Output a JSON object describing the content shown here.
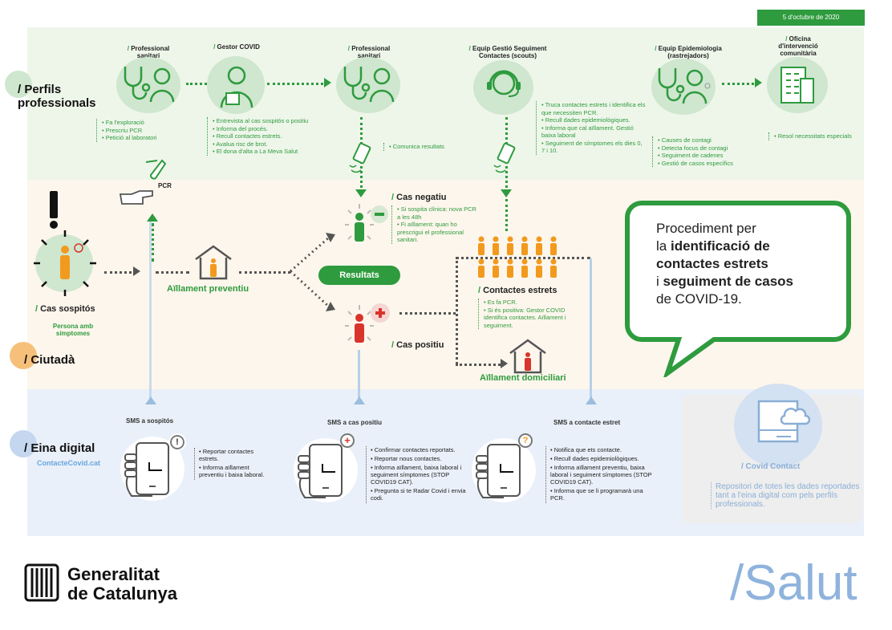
{
  "date": "5 d'octubre de 2020",
  "sections": {
    "perfils": "/ Perfils professionals",
    "ciutada": "/ Ciutadà",
    "eina": "/ Eina digital",
    "eina_sub": "ContacteCovid.cat"
  },
  "roles": [
    {
      "title": "Professional sanitari",
      "items": [
        "Fa l'exploració",
        "Prescriu PCR",
        "Petició al laboratori"
      ]
    },
    {
      "title": "Gestor COVID",
      "items": [
        "Entrevista al cas sospitós o positiu",
        "Informa del procés.",
        "Recull contactes estrets.",
        "Avalua risc de brot.",
        "El dona d'alta a La Meva Salut"
      ]
    },
    {
      "title": "Professional sanitari",
      "items": [
        "Comunica resultats"
      ]
    },
    {
      "title": "Equip Gestió Seguiment Contactes (scouts)",
      "items": [
        "Truca contactes estrets i identifica els que necessiten PCR.",
        "Recull dades epidemiològiques.",
        "Informa que cal aïllament. Gestió baixa laboral",
        "Seguiment de símptomes els dies 0, 7 i 10."
      ]
    },
    {
      "title": "Equip Epidemiologia (rastrejadors)",
      "items": [
        "Causes de contagi",
        "Detecta focus de contagi",
        "Seguiment de cadenes",
        "Gestió de casos específics"
      ]
    },
    {
      "title": "Oficina d'intervenció comunitària",
      "items": [
        "Resol necessitats especials"
      ]
    }
  ],
  "citizen": {
    "pcr": "PCR",
    "cas_sospitos": "Cas sospitós",
    "cas_sospitos_sub": "Persona amb símptomes",
    "aillament_preventiu": "Aïllament preventiu",
    "resultats": "Resultats",
    "cas_negatiu": "Cas negatiu",
    "cas_negatiu_items": [
      "Si sospita clínica: nova PCR a les 48h",
      "Fi aïllament: quan ho prescrigui el professional sanitari."
    ],
    "cas_positiu": "Cas positiu",
    "contactes_estrets": "Contactes estrets",
    "contactes_items": [
      "Es fa PCR.",
      "Si és positiva: Gestor COVID identifica contactes. Aïllament i seguiment."
    ],
    "aillament_domiciliari": "Aïllament domiciliari"
  },
  "callout": {
    "line1": "Procediment per",
    "line2a": "la ",
    "line2b": "identificació de",
    "line3": "contactes estrets",
    "line4a": "i ",
    "line4b": "seguiment de casos",
    "line5": "de COVID-19."
  },
  "digital": [
    {
      "label": "SMS a sospitós",
      "badge": "!",
      "items": [
        "Reportar contactes estrets.",
        "Informa aïllament preventiu i baixa laboral."
      ]
    },
    {
      "label": "SMS a cas positiu",
      "badge": "+",
      "items": [
        "Confirmar contactes reportats.",
        "Reportar nous contactes.",
        "Informa aïllament, baixa laboral i seguiment símptomes (STOP COVID19 CAT).",
        "Pregunta si te Radar Covid i envia codi."
      ]
    },
    {
      "label": "SMS a contacte estret",
      "badge": "?",
      "items": [
        "Notifica que ets contacte.",
        "Recull dades epidemiològiques.",
        "Informa aïllament preventiu, baixa laboral i seguiment símptomes (STOP COVID19 CAT).",
        "Informa que se li programarà una PCR."
      ]
    }
  ],
  "covid_contact": {
    "title": "/ Covid Contact",
    "desc": "Repositori de totes les dades reportades tant a l'eina digital com pels perfils professionals."
  },
  "footer": {
    "gen1": "Generalitat",
    "gen2": "de Catalunya",
    "salut": "/Salut"
  },
  "colors": {
    "green": "#2e9b3e",
    "orange": "#f29a1e",
    "red": "#d9342b",
    "blue": "#9bbde0"
  }
}
